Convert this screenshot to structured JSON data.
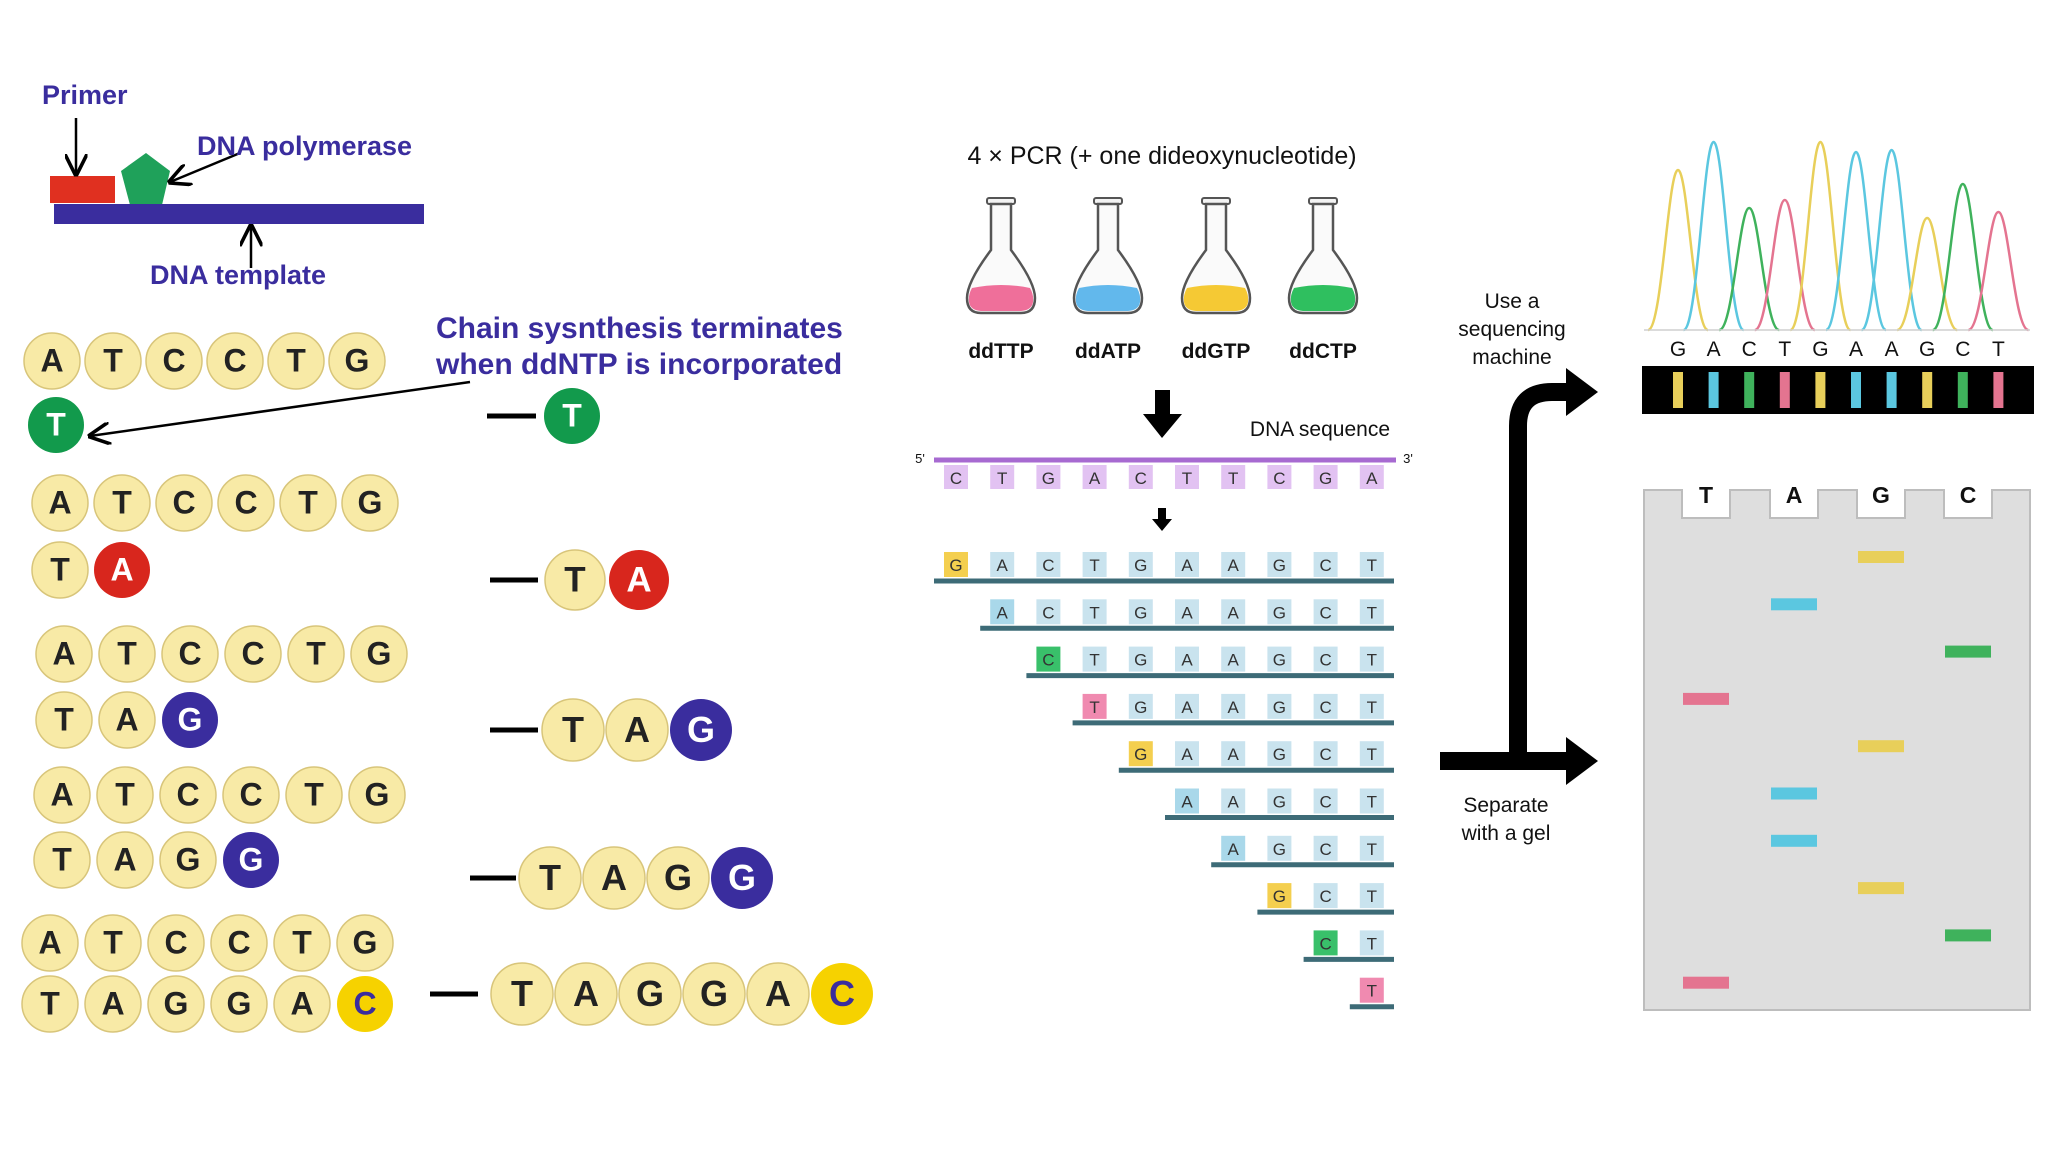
{
  "labels": {
    "primer": "Primer",
    "polymerase": "DNA polymerase",
    "template": "DNA template",
    "termination_line1": "Chain sysnthesis terminates",
    "termination_line2": "when ddNTP is incorporated",
    "pcr_title": "4 × PCR (+ one dideoxynucleotide)",
    "dna_sequence": "DNA sequence",
    "five_prime": "5'",
    "three_prime": "3'",
    "machine_line1": "Use a",
    "machine_line2": "sequencing",
    "machine_line3": "machine",
    "gel_line1": "Separate",
    "gel_line2": "with a gel"
  },
  "colors": {
    "pale": "#f8eaa6",
    "T": "#129a4c",
    "A": "#d8261d",
    "G": "#3a2d9e",
    "C": "#f6d200",
    "label_blue": "#3a2d9e",
    "primer_red": "#e03020",
    "polymerase_green": "#1fa15a",
    "template_bar": "#3a2d9e",
    "seq_T": "#f08ab0",
    "seq_A": "#a9d8ea",
    "seq_G": "#f4cf4f",
    "seq_C": "#39c06a",
    "seq_ref": "#e2c2f2",
    "strand_line": "#3d6b77",
    "seq_line": "#a76ad1",
    "gel_bg": "#dedede",
    "trace_T": "#e47490",
    "trace_A": "#5bc7e0",
    "trace_G": "#e8cf5a",
    "trace_C": "#3fb25c"
  },
  "template_strand": [
    "A",
    "T",
    "C",
    "C",
    "T",
    "G"
  ],
  "synth_rows": [
    [
      "T"
    ],
    [
      "T",
      "A"
    ],
    [
      "T",
      "A",
      "G"
    ],
    [
      "T",
      "A",
      "G",
      "G"
    ],
    [
      "T",
      "A",
      "G",
      "G",
      "A",
      "C"
    ]
  ],
  "flasks": [
    {
      "name": "ddTTP",
      "liquid": "#ef6f9a"
    },
    {
      "name": "ddATP",
      "liquid": "#62b8ec"
    },
    {
      "name": "ddGTP",
      "liquid": "#f5c934"
    },
    {
      "name": "ddCTP",
      "liquid": "#2fbf5f"
    }
  ],
  "reference_sequence": [
    "C",
    "T",
    "G",
    "A",
    "C",
    "T",
    "T",
    "C",
    "G",
    "A"
  ],
  "fragments": [
    [
      "G",
      "A",
      "C",
      "T",
      "G",
      "A",
      "A",
      "G",
      "C",
      "T"
    ],
    [
      "A",
      "C",
      "T",
      "G",
      "A",
      "A",
      "G",
      "C",
      "T"
    ],
    [
      "C",
      "T",
      "G",
      "A",
      "A",
      "G",
      "C",
      "T"
    ],
    [
      "T",
      "G",
      "A",
      "A",
      "G",
      "C",
      "T"
    ],
    [
      "G",
      "A",
      "A",
      "G",
      "C",
      "T"
    ],
    [
      "A",
      "A",
      "G",
      "C",
      "T"
    ],
    [
      "A",
      "G",
      "C",
      "T"
    ],
    [
      "G",
      "C",
      "T"
    ],
    [
      "C",
      "T"
    ],
    [
      "T"
    ]
  ],
  "read_sequence": [
    "G",
    "A",
    "C",
    "T",
    "G",
    "A",
    "A",
    "G",
    "C",
    "T"
  ],
  "gel": {
    "lanes": [
      "T",
      "A",
      "G",
      "C"
    ],
    "bands": [
      {
        "lane": "G",
        "rank": 1
      },
      {
        "lane": "A",
        "rank": 2
      },
      {
        "lane": "C",
        "rank": 3
      },
      {
        "lane": "T",
        "rank": 4
      },
      {
        "lane": "G",
        "rank": 5
      },
      {
        "lane": "A",
        "rank": 6
      },
      {
        "lane": "A",
        "rank": 7
      },
      {
        "lane": "G",
        "rank": 8
      },
      {
        "lane": "C",
        "rank": 9
      },
      {
        "lane": "T",
        "rank": 10
      }
    ]
  }
}
